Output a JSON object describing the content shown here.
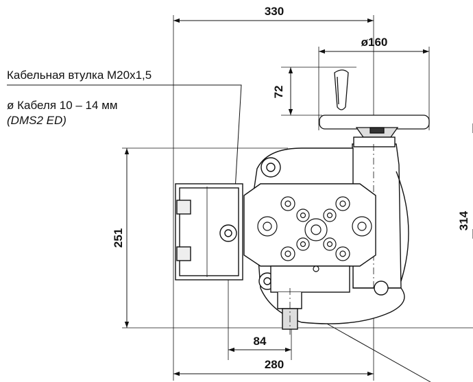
{
  "labels": {
    "cable_gland": "Кабельная втулка M20x1,5",
    "cable_diameter": "ø Кабеля 10 – 14 мм",
    "model": "(DMS2 ED)"
  },
  "dimensions": {
    "overall_width": "330",
    "handwheel_diameter": "ø160",
    "handwheel_height": "72",
    "body_height": "251",
    "total_height": "314",
    "gland_offset": "84",
    "base_width": "280"
  }
}
